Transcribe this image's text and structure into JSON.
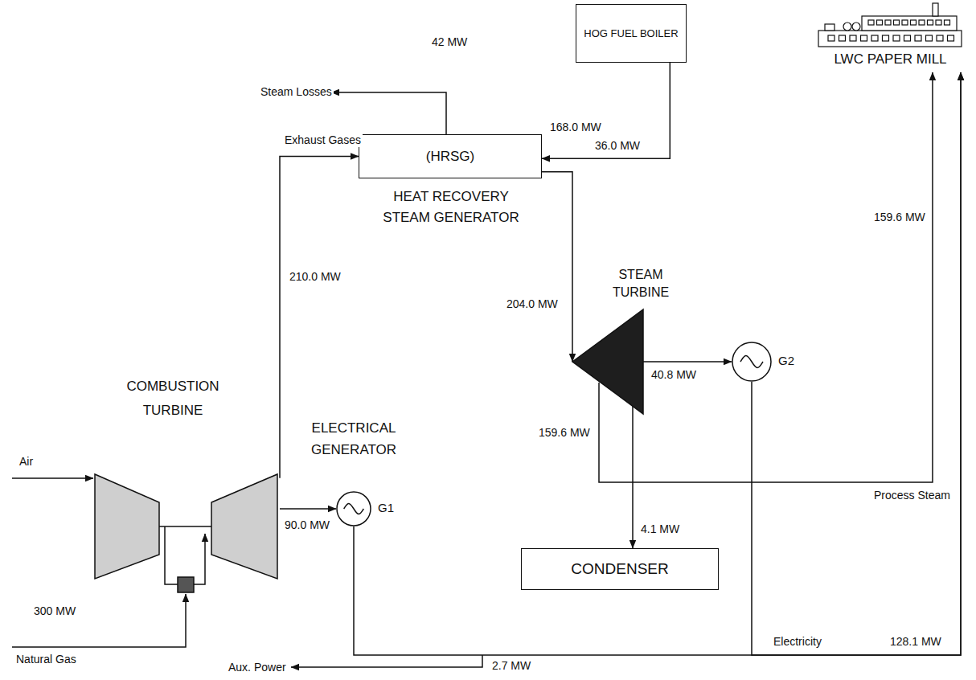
{
  "diagram": {
    "nodes": [
      {
        "text": [
          "(HRSG)",
          "HEAT RECOVERY STEAM GENERATOR"
        ]
      },
      {
        "text": [
          "HOG FUEL BOILER"
        ]
      },
      {
        "text": [
          "CONDENSER"
        ]
      },
      {
        "text": [
          "COMBUSTION TURBINE"
        ]
      },
      {
        "text": [
          "ELECTRICAL GENERATOR",
          "G1"
        ]
      },
      {
        "text": [
          "STEAM TURBINE"
        ]
      },
      {
        "text": [
          "G2"
        ]
      },
      {
        "text": [
          "LWC PAPER MILL"
        ]
      }
    ],
    "edges": [
      {
        "from": 3,
        "to": 0,
        "arrow": "to",
        "label": "210.0 MW"
      },
      {
        "from": 1,
        "to": 0,
        "arrow": "to",
        "label": "36.0 MW"
      },
      {
        "from": 0,
        "to": 5,
        "arrow": "to",
        "label": "204.0 MW"
      },
      {
        "from": 3,
        "to": 4,
        "arrow": "to",
        "label": "90.0 MW"
      },
      {
        "from": 5,
        "to": 6,
        "arrow": "to",
        "label": "40.8 MW"
      },
      {
        "from": 5,
        "to": 2,
        "arrow": "to",
        "label": "4.1 MW"
      },
      {
        "from": 5,
        "to": 7,
        "arrow": "to",
        "label": "159.6 MW"
      },
      {
        "from": 4,
        "to": 7,
        "arrow": "to",
        "label": "128.1 MW"
      },
      {
        "from": 6,
        "to": 7,
        "arrow": "to"
      }
    ],
    "labels": [
      "42 MW",
      "Steam Losses",
      "Exhaust Gases",
      "168.0 MW",
      "159.6 MW",
      "Process Steam",
      "Electricity",
      "Air",
      "300 MW",
      "Natural Gas",
      "Aux. Power",
      "2.7 MW"
    ]
  }
}
